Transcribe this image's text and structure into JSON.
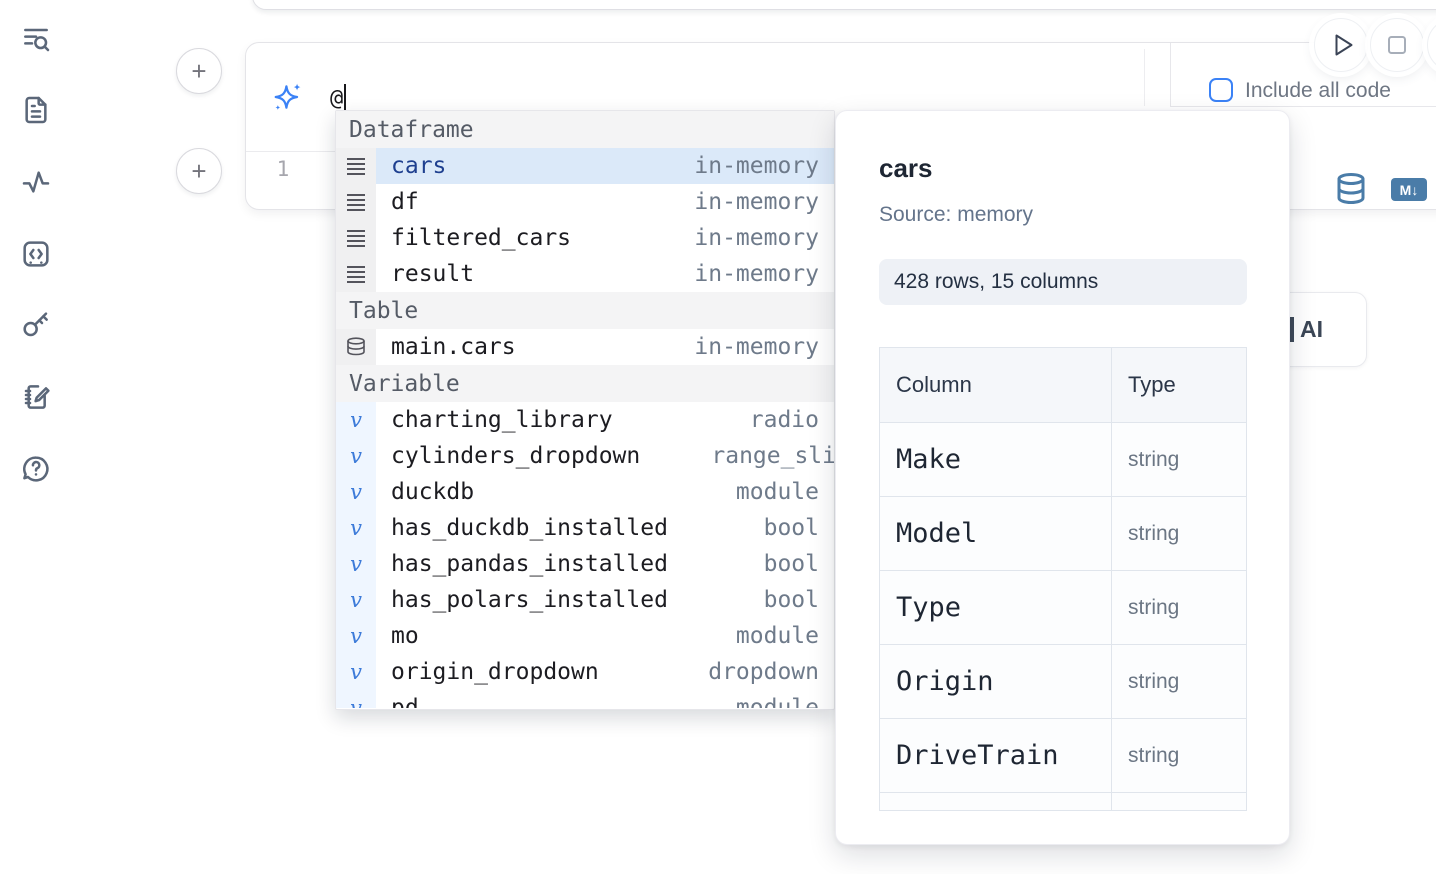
{
  "colors": {
    "accent_blue": "#3b82f6",
    "steel_blue": "#4a7ca8",
    "selected_item_bg": "#dbe9f9",
    "selected_item_text": "#1e3f8f",
    "popup_header_bg": "#f4f4f5",
    "variable_gutter_bg": "#eff6ff",
    "icon_gutter_bg": "#f0f0f1",
    "badge_bg": "#eef1f6",
    "sidebar_icon": "#5b6779"
  },
  "sidebar": {
    "icons": [
      "list-search-icon",
      "file-document-icon",
      "activity-icon",
      "code-snippet-icon",
      "key-icon",
      "scratchpad-icon",
      "help-chat-icon"
    ]
  },
  "toolbar": {
    "add_cell_label": "+",
    "icons": [
      "play-icon",
      "stop-icon",
      "partial-circle-button"
    ]
  },
  "prompt": {
    "value": "@",
    "include_all_code_label": "Include all code",
    "icons": [
      "sparkle-ai-icon"
    ]
  },
  "cell": {
    "line_number": "1",
    "markdown_badge": "M↓",
    "icons": [
      "database-icon",
      "markdown-icon"
    ]
  },
  "ai_card": {
    "visible_label": "AI"
  },
  "autocomplete": {
    "variable_glyph": "v",
    "sections": [
      {
        "label": "Dataframe",
        "items": [
          {
            "name": "cars",
            "type": "in-memory",
            "icon": "dataframe",
            "selected": true
          },
          {
            "name": "df",
            "type": "in-memory",
            "icon": "dataframe"
          },
          {
            "name": "filtered_cars",
            "type": "in-memory",
            "icon": "dataframe"
          },
          {
            "name": "result",
            "type": "in-memory",
            "icon": "dataframe"
          }
        ]
      },
      {
        "label": "Table",
        "items": [
          {
            "name": "main.cars",
            "type": "in-memory",
            "icon": "table"
          }
        ]
      },
      {
        "label": "Variable",
        "items": [
          {
            "name": "charting_library",
            "type": "radio",
            "icon": "variable"
          },
          {
            "name": "cylinders_dropdown",
            "type": "range_sli",
            "icon": "variable",
            "clipped": true
          },
          {
            "name": "duckdb",
            "type": "module",
            "icon": "variable"
          },
          {
            "name": "has_duckdb_installed",
            "type": "bool",
            "icon": "variable"
          },
          {
            "name": "has_pandas_installed",
            "type": "bool",
            "icon": "variable"
          },
          {
            "name": "has_polars_installed",
            "type": "bool",
            "icon": "variable"
          },
          {
            "name": "mo",
            "type": "module",
            "icon": "variable"
          },
          {
            "name": "origin_dropdown",
            "type": "dropdown",
            "icon": "variable"
          },
          {
            "name": "pd",
            "type": "module",
            "icon": "variable",
            "partial": true
          }
        ]
      }
    ]
  },
  "preview": {
    "title": "cars",
    "source": "Source: memory",
    "shape_badge": "428 rows, 15 columns",
    "table": {
      "headers": [
        "Column",
        "Type"
      ],
      "rows": [
        {
          "column": "Make",
          "type": "string"
        },
        {
          "column": "Model",
          "type": "string"
        },
        {
          "column": "Type",
          "type": "string"
        },
        {
          "column": "Origin",
          "type": "string"
        },
        {
          "column": "DriveTrain",
          "type": "string"
        }
      ]
    }
  }
}
